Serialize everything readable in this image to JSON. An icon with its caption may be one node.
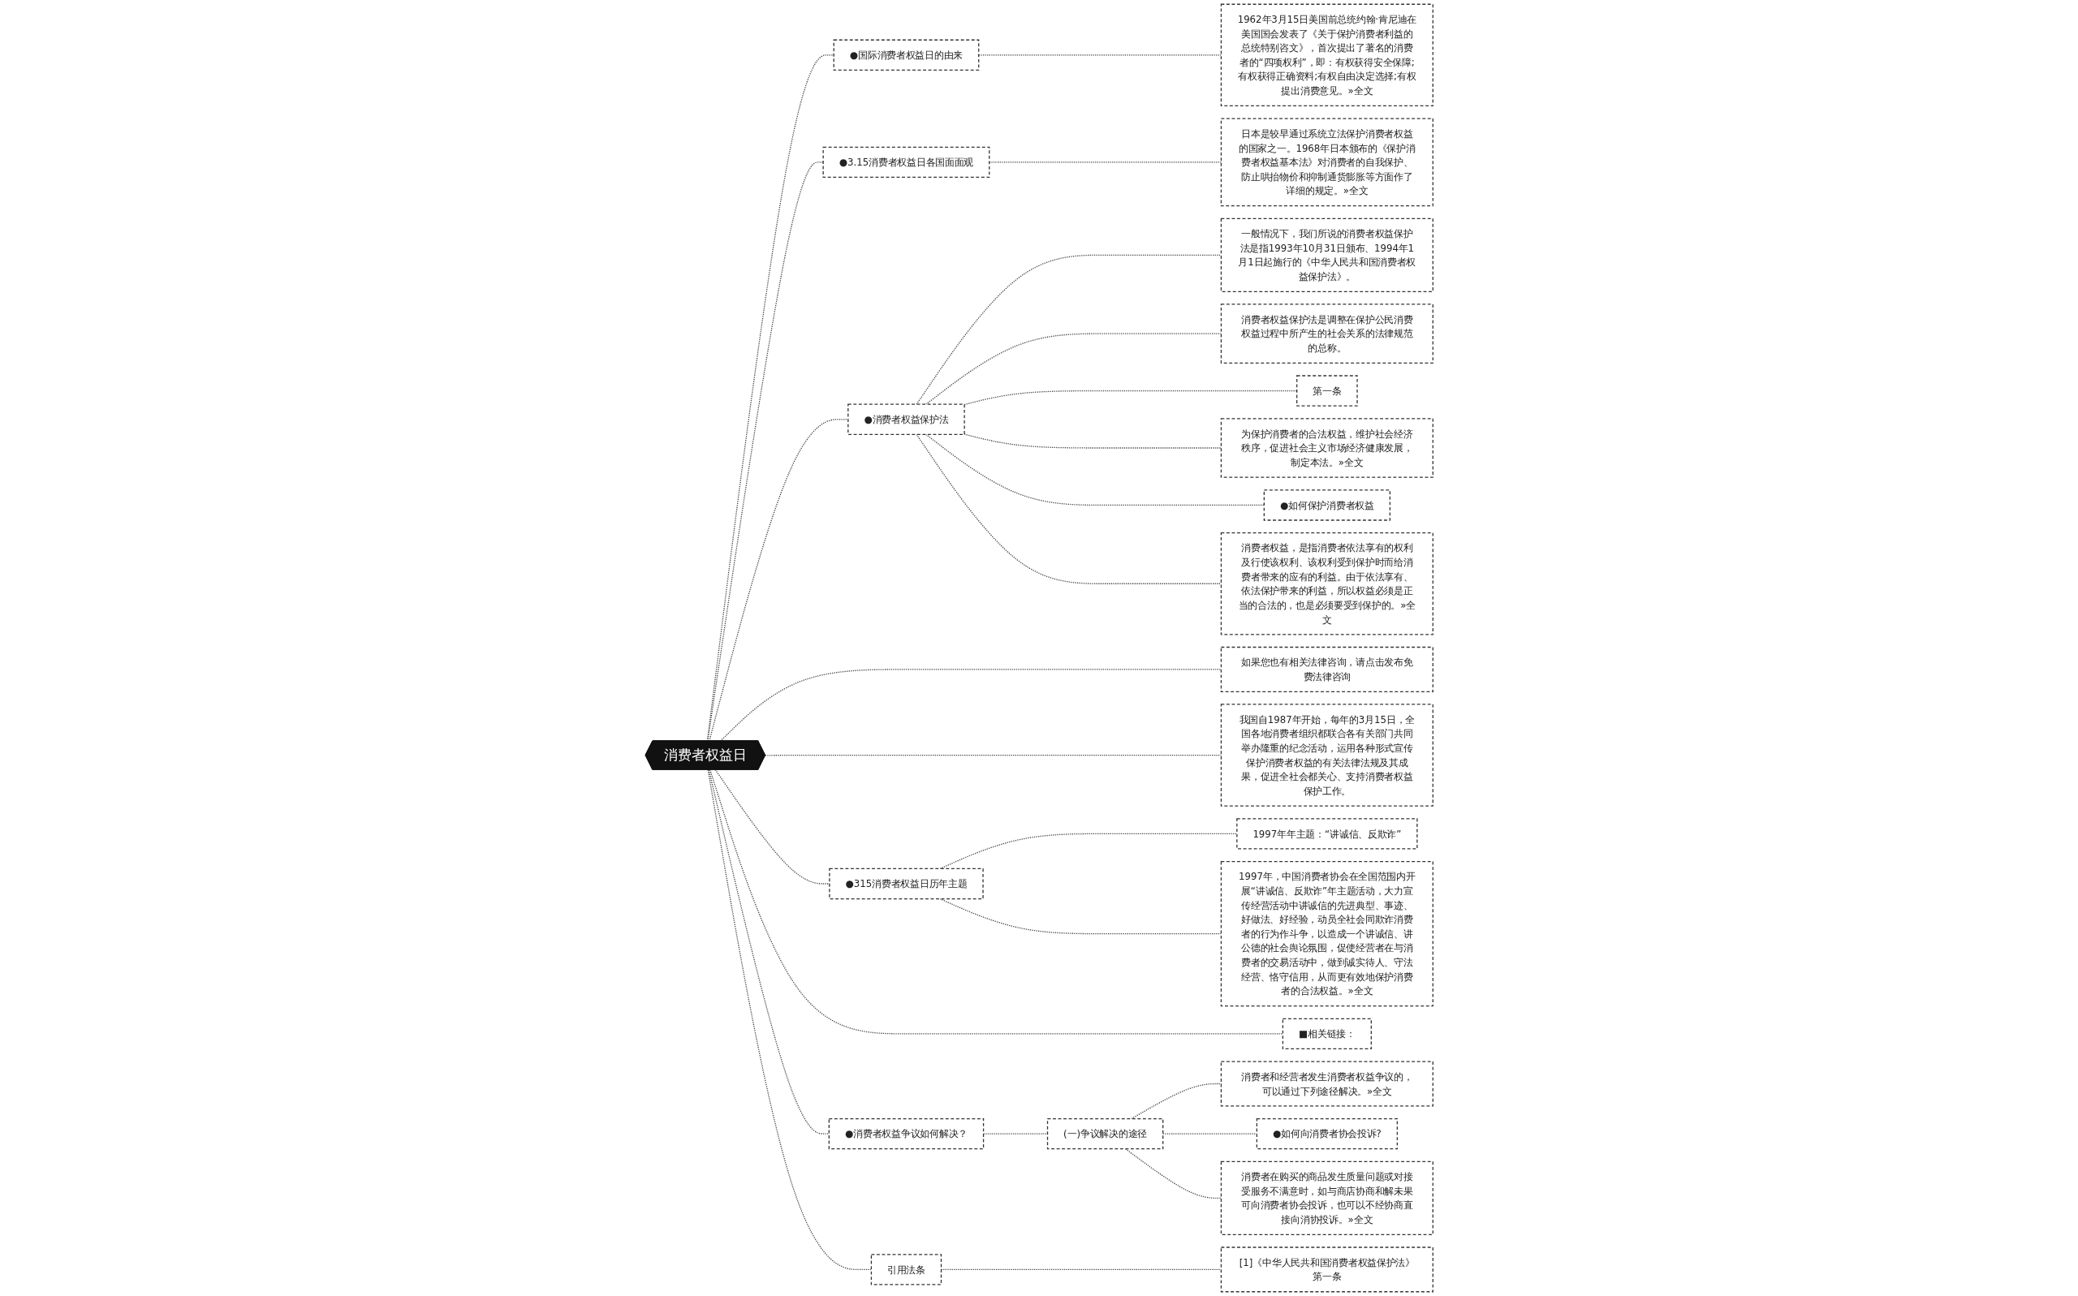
{
  "diagram": {
    "nodes": [
      {
        "text": [
          "消费者权益日"
        ]
      },
      {
        "text": [
          "●国际消费者权益日的由来"
        ]
      },
      {
        "text": [
          "1962年3月15日美国前总统约翰·肯尼迪在美国国会发表了《关于保护消费者利益的总统特别咨文》，首次提出了著名的消费者的“四项权利”，即：有权获得安全保障;有权获得正确资料;有权自由决定选择;有权提出消费意见。»全文"
        ]
      },
      {
        "text": [
          "●3.15消费者权益日各国面面观"
        ]
      },
      {
        "text": [
          "日本是较早通过系统立法保护消费者权益的国家之一。1968年日本颁布的《保护消费者权益基本法》对消费者的自我保护、防止哄抬物价和抑制通货膨胀等方面作了详细的规定。»全文"
        ]
      },
      {
        "text": [
          "●消费者权益保护法"
        ]
      },
      {
        "text": [
          "一般情况下，我们所说的消费者权益保护法是指1993年10月31日颁布、1994年1月1日起施行的《中华人民共和国消费者权益保护法》。"
        ]
      },
      {
        "text": [
          "消费者权益保护法是调整在保护公民消费权益过程中所产生的社会关系的法律规范的总称。"
        ]
      },
      {
        "text": [
          "第一条"
        ]
      },
      {
        "text": [
          "为保护消费者的合法权益，维护社会经济秩序，促进社会主义市场经济健康发展，制定本法。»全文"
        ]
      },
      {
        "text": [
          "●如何保护消费者权益"
        ]
      },
      {
        "text": [
          "消费者权益，是指消费者依法享有的权利及行使该权利、该权利受到保护时而给消费者带来的应有的利益。由于依法享有、依法保护带来的利益，所以权益必须是正当的合法的，也是必须要受到保护的。»全文"
        ]
      },
      {
        "text": [
          "如果您也有相关法律咨询，请点击发布免费法律咨询"
        ]
      },
      {
        "text": [
          "我国自1987年开始，每年的3月15日，全国各地消费者组织都联合各有关部门共同举办隆重的纪念活动，运用各种形式宣传保护消费者权益的有关法律法规及其成果，促进全社会都关心、支持消费者权益保护工作。"
        ]
      },
      {
        "text": [
          "●315消费者权益日历年主题"
        ]
      },
      {
        "text": [
          "1997年年主题：“讲诚信、反欺诈”"
        ]
      },
      {
        "text": [
          "1997年，中国消费者协会在全国范围内开展“讲诚信、反欺诈”年主题活动，大力宣传经营活动中讲诚信的先进典型、事迹、好做法、好经验，动员全社会同欺诈消费者的行为作斗争，以造成一个讲诚信、讲公德的社会舆论氛围，促使经营者在与消费者的交易活动中，做到诚实待人、守法经营、恪守信用，从而更有效地保护消费者的合法权益。»全文"
        ]
      },
      {
        "text": [
          "■相关链接："
        ]
      },
      {
        "text": [
          "●消费者权益争议如何解决？"
        ]
      },
      {
        "text": [
          "(一)争议解决的途径"
        ]
      },
      {
        "text": [
          "消费者和经营者发生消费者权益争议的，可以通过下列途径解决。»全文"
        ]
      },
      {
        "text": [
          "●如何向消费者协会投诉?"
        ]
      },
      {
        "text": [
          "消费者在购买的商品发生质量问题或对接受服务不满意时，如与商店协商和解未果可向消费者协会投诉，也可以不经协商直接向消协投诉。»全文"
        ]
      },
      {
        "text": [
          "引用法条"
        ]
      },
      {
        "text": [
          "[1]《中华人民共和国消费者权益保护法》第一条"
        ]
      }
    ],
    "edges": [
      {
        "from": 0,
        "to": 1,
        "arrow": "none",
        "style": "dashed"
      },
      {
        "from": 1,
        "to": 2,
        "arrow": "none",
        "style": "dashed"
      },
      {
        "from": 0,
        "to": 3,
        "arrow": "none",
        "style": "dashed"
      },
      {
        "from": 3,
        "to": 4,
        "arrow": "none",
        "style": "dashed"
      },
      {
        "from": 0,
        "to": 5,
        "arrow": "none",
        "style": "dashed"
      },
      {
        "from": 5,
        "to": 6,
        "arrow": "none",
        "style": "dashed"
      },
      {
        "from": 5,
        "to": 7,
        "arrow": "none",
        "style": "dashed"
      },
      {
        "from": 5,
        "to": 8,
        "arrow": "none",
        "style": "dashed"
      },
      {
        "from": 5,
        "to": 9,
        "arrow": "none",
        "style": "dashed"
      },
      {
        "from": 5,
        "to": 10,
        "arrow": "none",
        "style": "dashed"
      },
      {
        "from": 5,
        "to": 11,
        "arrow": "none",
        "style": "dashed"
      },
      {
        "from": 0,
        "to": 12,
        "arrow": "none",
        "style": "dashed"
      },
      {
        "from": 0,
        "to": 13,
        "arrow": "none",
        "style": "dashed"
      },
      {
        "from": 0,
        "to": 14,
        "arrow": "none",
        "style": "dashed"
      },
      {
        "from": 14,
        "to": 15,
        "arrow": "none",
        "style": "dashed"
      },
      {
        "from": 14,
        "to": 16,
        "arrow": "none",
        "style": "dashed"
      },
      {
        "from": 0,
        "to": 17,
        "arrow": "none",
        "style": "dashed"
      },
      {
        "from": 0,
        "to": 18,
        "arrow": "none",
        "style": "dashed"
      },
      {
        "from": 18,
        "to": 19,
        "arrow": "none",
        "style": "dashed"
      },
      {
        "from": 19,
        "to": 20,
        "arrow": "none",
        "style": "dashed"
      },
      {
        "from": 19,
        "to": 21,
        "arrow": "none",
        "style": "dashed"
      },
      {
        "from": 19,
        "to": 22,
        "arrow": "none",
        "style": "dashed"
      },
      {
        "from": 0,
        "to": 23,
        "arrow": "none",
        "style": "dashed"
      },
      {
        "from": 23,
        "to": 24,
        "arrow": "none",
        "style": "dashed"
      }
    ]
  }
}
